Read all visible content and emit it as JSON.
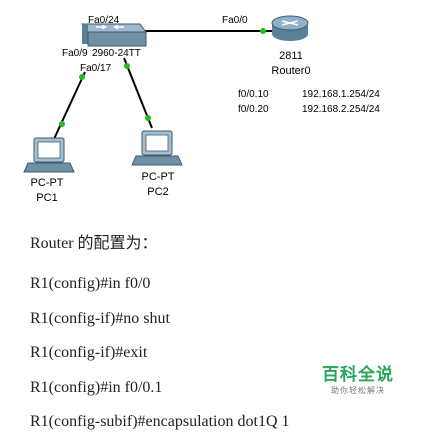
{
  "topology": {
    "switch": {
      "model_label": "2960-24TT",
      "ports": [
        "Fa0/24",
        "Fa0/9",
        "Fa0/17"
      ]
    },
    "router": {
      "model": "2811",
      "name": "Router0",
      "port": "Fa0/0"
    },
    "pc1": {
      "type": "PC-PT",
      "name": "PC1"
    },
    "pc2": {
      "type": "PC-PT",
      "name": "PC2"
    },
    "subinterfaces": [
      {
        "interface": "f0/0.10",
        "ip": "192.168.1.254/24"
      },
      {
        "interface": "f0/0.20",
        "ip": "192.168.2.254/24"
      }
    ]
  },
  "config": {
    "heading": "Router  的配置为：",
    "commands": [
      "R1(config)#in f0/0",
      "R1(config-if)#no shut",
      "R1(config-if)#exit",
      "R1(config)#in f0/0.1",
      "R1(config-subif)#encapsulation dot1Q 1"
    ]
  },
  "watermark": {
    "title": "百科全说",
    "subtitle": "助你轻松解决"
  },
  "colors": {
    "link": "#000000",
    "link_up": "#22bb22",
    "switch_body": "#6f8fa4",
    "router_body": "#5b7f98",
    "watermark_green": "#27a65a"
  }
}
